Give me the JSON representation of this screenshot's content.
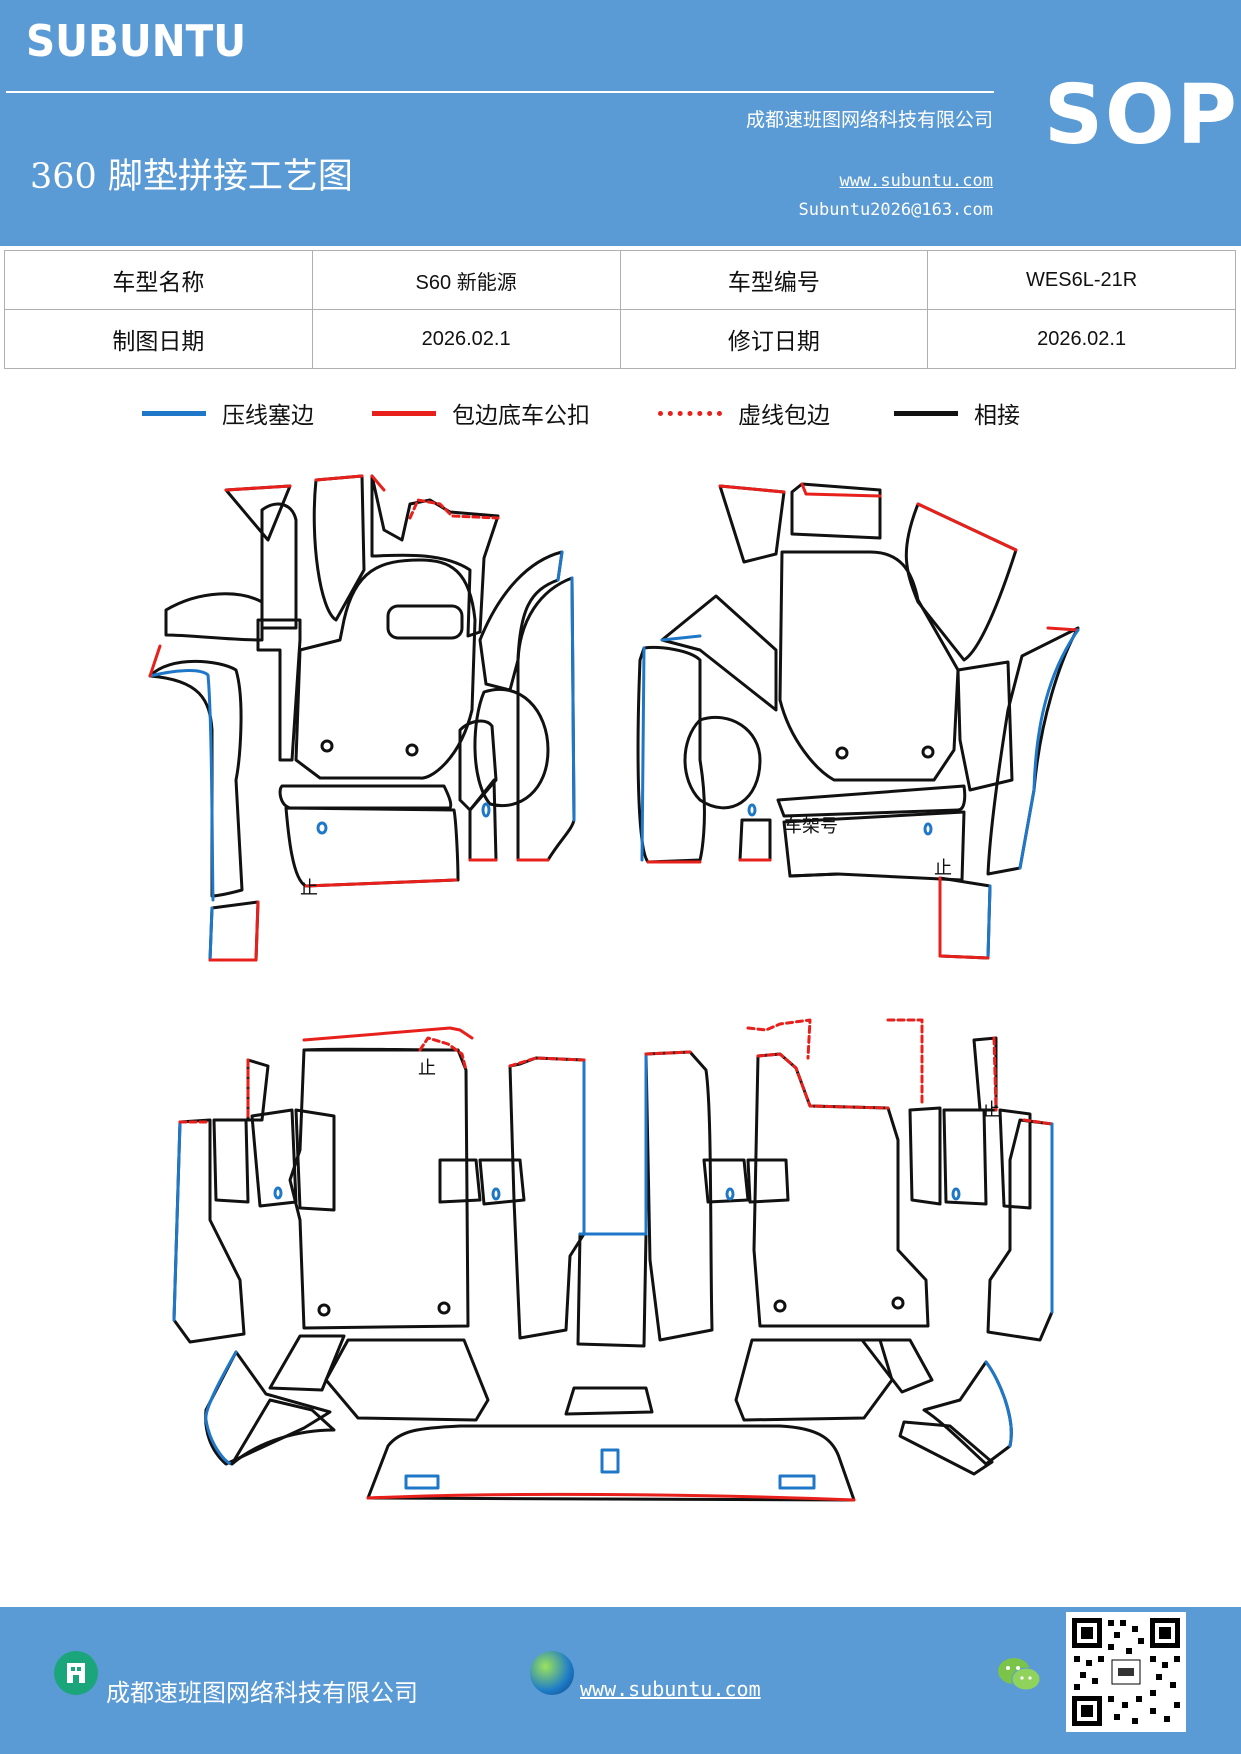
{
  "header": {
    "logo": "SUBUNTU",
    "company": "成都速班图网络科技有限公司",
    "title": "360 脚垫拼接工艺图",
    "website": "www.subuntu.com",
    "email": "Subuntu2026@163.com",
    "badge": "SOP"
  },
  "info_table": {
    "model_name_label": "车型名称",
    "model_name_value": "S60 新能源",
    "model_code_label": "车型编号",
    "model_code_value": "WES6L-21R",
    "draw_date_label": "制图日期",
    "draw_date_value": "2026.02.1",
    "revise_date_label": "修订日期",
    "revise_date_value": "2026.02.1"
  },
  "legend": [
    {
      "label": "压线塞边",
      "color": "#1f77c8",
      "style": "solid"
    },
    {
      "label": "包边底车公扣",
      "color": "#e8201c",
      "style": "solid"
    },
    {
      "label": "虚线包边",
      "color": "#e8201c",
      "style": "dotted"
    },
    {
      "label": "相接",
      "color": "#111111",
      "style": "solid"
    }
  ],
  "drawing": {
    "frame_label": "车架号",
    "mark_symbol": "止"
  },
  "footer": {
    "company": "成都速班图网络科技有限公司",
    "website": "www.subuntu.com",
    "icons": [
      "building-icon",
      "globe-icon",
      "wechat-icon",
      "qr-code"
    ]
  }
}
